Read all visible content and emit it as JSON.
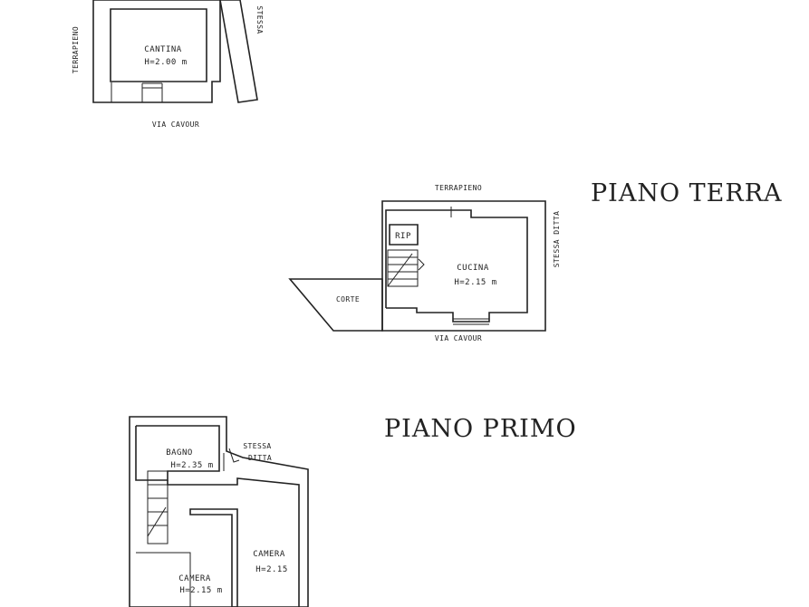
{
  "cellar": {
    "room_name": "CANTINA",
    "room_height": "H=2.00 m",
    "left_side": "TERRAPIENO",
    "right_side": "STESSA",
    "street": "VIA CAVOUR"
  },
  "ground_floor": {
    "title": "PIANO TERRA",
    "top_side": "TERRAPIENO",
    "right_side": "STESSA DITTA",
    "closet": "RIP",
    "kitchen_name": "CUCINA",
    "kitchen_height": "H=2.15 m",
    "courtyard": "CORTE",
    "street": "VIA CAVOUR"
  },
  "first_floor": {
    "title": "PIANO PRIMO",
    "bath_name": "BAGNO",
    "bath_height": "H=2.35 m",
    "neighbor_line1": "STESSA",
    "neighbor_line2": "DITTA",
    "bedroom_right_name": "CAMERA",
    "bedroom_right_height": "H=2.15",
    "bedroom_left_name": "CAMERA",
    "bedroom_left_height": "H=2.15 m"
  }
}
